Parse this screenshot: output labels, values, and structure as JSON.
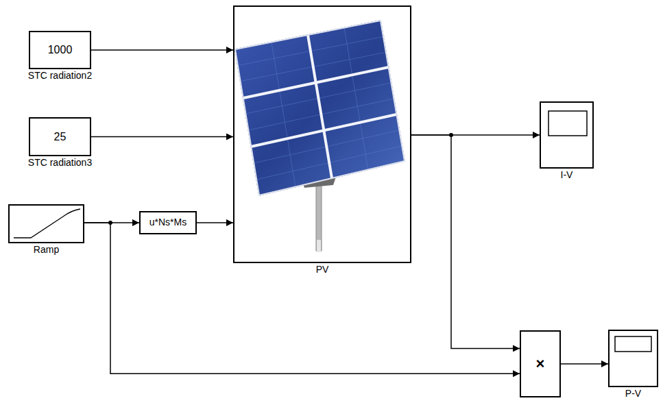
{
  "diagram": {
    "nodes": [
      {
        "text": [
          "1000",
          "STC radiation2"
        ]
      },
      {
        "text": [
          "25",
          "STC radiation3"
        ]
      },
      {
        "text": [
          "Ramp"
        ]
      },
      {
        "text": [
          "u*Ns*Ms"
        ]
      },
      {
        "text": [
          "PV"
        ]
      },
      {
        "text": [
          "I-V"
        ]
      },
      {
        "text": [
          "×"
        ]
      },
      {
        "text": [
          "P-V"
        ]
      }
    ],
    "edges": [
      {
        "from": 0,
        "to": 4,
        "arrow": "to"
      },
      {
        "from": 1,
        "to": 4,
        "arrow": "to"
      },
      {
        "from": 2,
        "to": 3,
        "arrow": "to"
      },
      {
        "from": 3,
        "to": 4,
        "arrow": "to"
      },
      {
        "from": 4,
        "to": 5,
        "arrow": "to"
      },
      {
        "from": 4,
        "to": 6,
        "arrow": "to"
      },
      {
        "from": 2,
        "to": 6,
        "arrow": "to"
      },
      {
        "from": 6,
        "to": 7,
        "arrow": "to"
      }
    ]
  }
}
